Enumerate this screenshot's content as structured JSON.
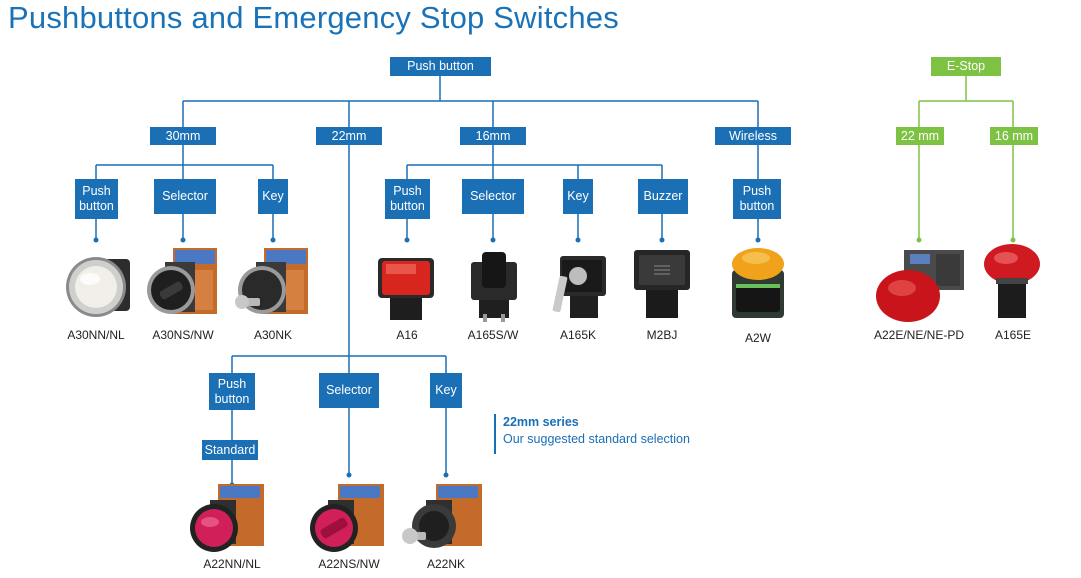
{
  "title": "Pushbuttons and Emergency Stop Switches",
  "root": {
    "pushbutton": "Push button",
    "estop": "E-Stop"
  },
  "groups": {
    "mm30": "30mm",
    "mm22": "22mm",
    "mm16": "16mm",
    "wireless": "Wireless"
  },
  "estop_groups": {
    "mm22": "22 mm",
    "mm16": "16 mm"
  },
  "types": {
    "push_button": "Push button",
    "selector": "Selector",
    "key": "Key",
    "buzzer": "Buzzer",
    "standard": "Standard"
  },
  "products": {
    "a30nn": "A30NN/NL",
    "a30ns": "A30NS/NW",
    "a30nk": "A30NK",
    "a16": "A16",
    "a165s": "A165S/W",
    "a165k": "A165K",
    "m2bj": "M2BJ",
    "a2w": "A2W",
    "a22e": "A22E/NE/NE-PD",
    "a165e": "A165E",
    "a22nn": "A22NN/NL",
    "a22ns": "A22NS/NW",
    "a22nk": "A22NK"
  },
  "note": {
    "heading": "22mm series",
    "text": "Our suggested standard selection"
  },
  "colors": {
    "blue": "#1a6fb5",
    "green": "#7dc242"
  }
}
